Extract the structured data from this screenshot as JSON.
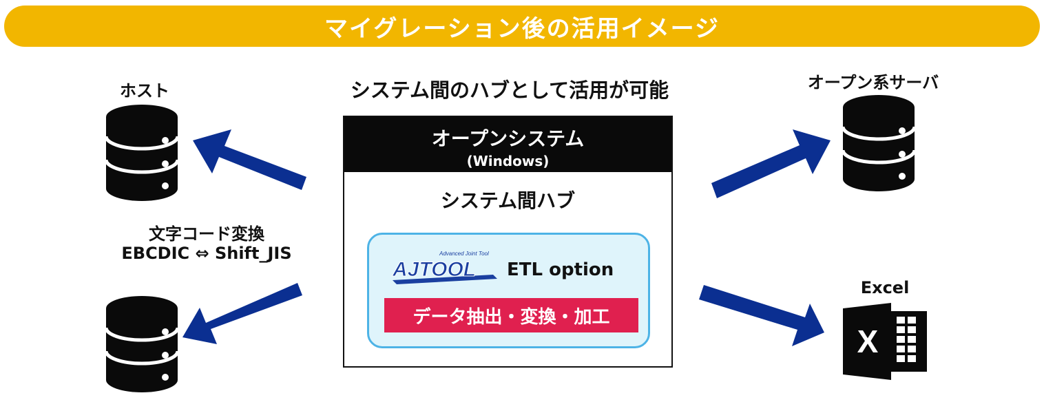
{
  "banner": {
    "title": "マイグレーション後の活用イメージ"
  },
  "headline": "システム間のハブとして活用が可能",
  "left": {
    "host_label": "ホスト",
    "conversion_label": "文字コード変換",
    "conversion_detail": "EBCDIC ⇔ Shift_JIS"
  },
  "center": {
    "system_title": "オープンシステム",
    "system_sub": "(Windows)",
    "hub_title": "システム間ハブ",
    "logo_text": "AJTOOL",
    "logo_small": "Advanced Joint Tool",
    "etl_label": "ETL option",
    "process_label": "データ抽出・変換・加工"
  },
  "right": {
    "server_label": "オープン系サーバ",
    "excel_label": "Excel",
    "excel_letter": "X"
  },
  "colors": {
    "banner": "#f2b600",
    "arrow": "#0b2f91",
    "etl_fill": "#dff4fb",
    "etl_border": "#4db3e6",
    "process": "#e0204f"
  }
}
